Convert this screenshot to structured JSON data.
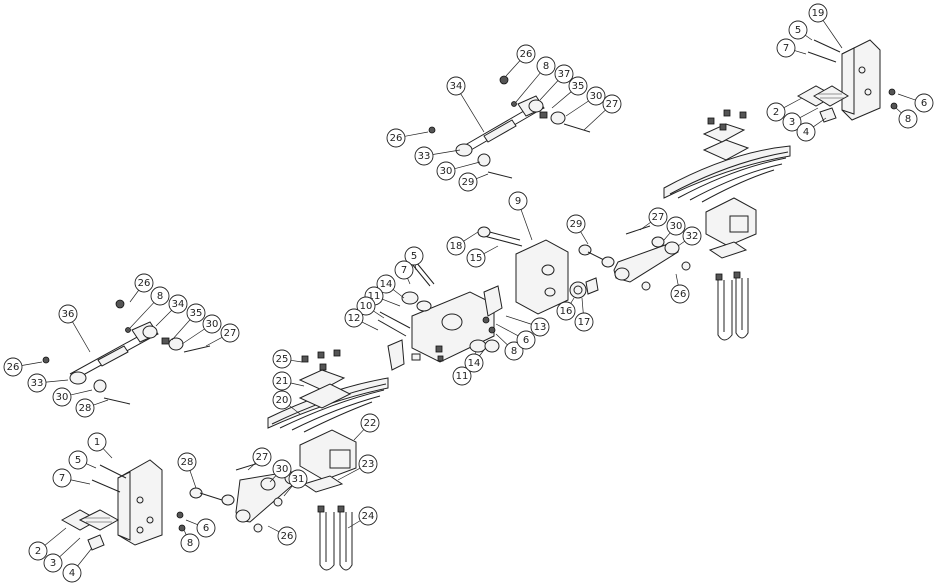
{
  "diagram": {
    "callouts": [
      {
        "n": "1"
      },
      {
        "n": "2"
      },
      {
        "n": "3"
      },
      {
        "n": "4"
      },
      {
        "n": "5"
      },
      {
        "n": "6"
      },
      {
        "n": "7"
      },
      {
        "n": "8"
      },
      {
        "n": "26"
      },
      {
        "n": "8"
      },
      {
        "n": "34"
      },
      {
        "n": "35"
      },
      {
        "n": "30"
      },
      {
        "n": "27"
      },
      {
        "n": "36"
      },
      {
        "n": "26"
      },
      {
        "n": "33"
      },
      {
        "n": "30"
      },
      {
        "n": "28"
      },
      {
        "n": "25"
      },
      {
        "n": "21"
      },
      {
        "n": "20"
      },
      {
        "n": "22"
      },
      {
        "n": "23"
      },
      {
        "n": "24"
      },
      {
        "n": "28"
      },
      {
        "n": "27"
      },
      {
        "n": "30"
      },
      {
        "n": "31"
      },
      {
        "n": "26"
      },
      {
        "n": "5"
      },
      {
        "n": "7"
      },
      {
        "n": "14"
      },
      {
        "n": "11"
      },
      {
        "n": "10"
      },
      {
        "n": "12"
      },
      {
        "n": "11"
      },
      {
        "n": "14"
      },
      {
        "n": "8"
      },
      {
        "n": "6"
      },
      {
        "n": "13"
      },
      {
        "n": "18"
      },
      {
        "n": "15"
      },
      {
        "n": "9"
      },
      {
        "n": "16"
      },
      {
        "n": "17"
      },
      {
        "n": "29"
      },
      {
        "n": "27"
      },
      {
        "n": "30"
      },
      {
        "n": "32"
      },
      {
        "n": "26"
      },
      {
        "n": "26"
      },
      {
        "n": "8"
      },
      {
        "n": "37"
      },
      {
        "n": "34"
      },
      {
        "n": "35"
      },
      {
        "n": "30"
      },
      {
        "n": "27"
      },
      {
        "n": "26"
      },
      {
        "n": "33"
      },
      {
        "n": "30"
      },
      {
        "n": "29"
      },
      {
        "n": "19"
      },
      {
        "n": "5"
      },
      {
        "n": "7"
      },
      {
        "n": "2"
      },
      {
        "n": "3"
      },
      {
        "n": "4"
      },
      {
        "n": "6"
      },
      {
        "n": "8"
      }
    ]
  }
}
